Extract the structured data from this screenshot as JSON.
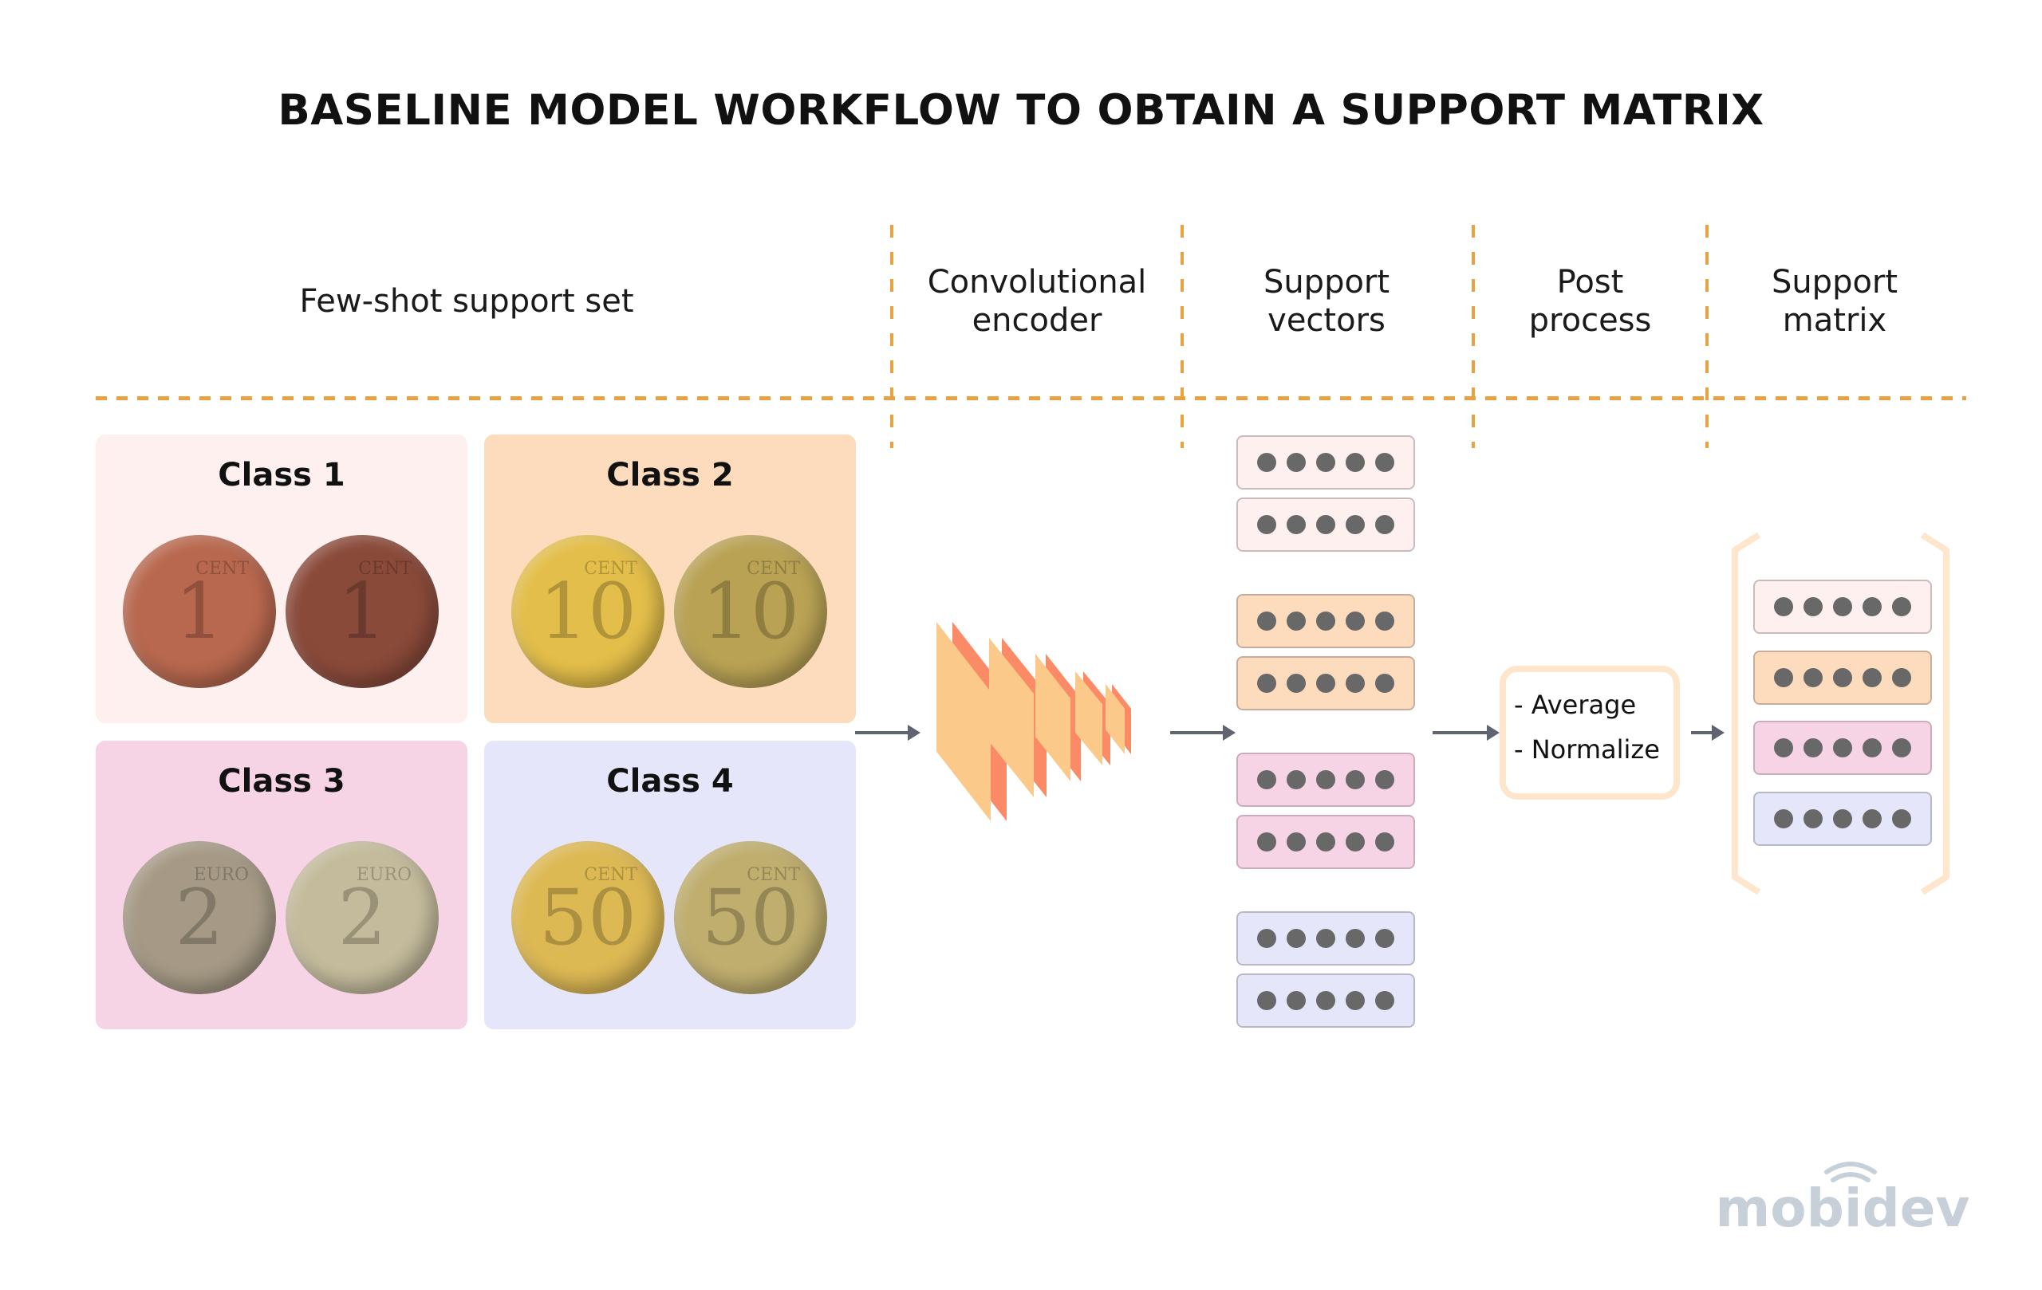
{
  "title": "BASELINE MODEL WORKFLOW TO OBTAIN A SUPPORT MATRIX",
  "columns": {
    "support_set": "Few-shot support set",
    "encoder": [
      "Convolutional",
      "encoder"
    ],
    "vectors": [
      "Support",
      "vectors"
    ],
    "post": [
      "Post",
      "process"
    ],
    "matrix": [
      "Support",
      "matrix"
    ]
  },
  "classes": [
    {
      "label": "Class 1",
      "coin_value": "1",
      "coin_unit": "CENT",
      "bg": "#fdf0ee",
      "coin_colors": [
        "#b8684e",
        "#8a4a3a"
      ]
    },
    {
      "label": "Class 2",
      "coin_value": "10",
      "coin_unit": "CENT",
      "bg": "#fddbbd",
      "coin_colors": [
        "#e3be4a",
        "#b9a254"
      ]
    },
    {
      "label": "Class 3",
      "coin_value": "2",
      "coin_unit": "EURO",
      "bg": "#f6d4e6",
      "coin_colors": [
        "#a69a86",
        "#c4bb9c"
      ]
    },
    {
      "label": "Class 4",
      "coin_value": "50",
      "coin_unit": "CENT",
      "bg": "#e6e6fb",
      "coin_colors": [
        "#ddb954",
        "#bfae6e"
      ]
    }
  ],
  "vector_colors": [
    "#fdf0ee",
    "#fddbbd",
    "#f6d4e6",
    "#e6e6fb"
  ],
  "vector_border_colors": [
    "#c9bcbc",
    "#c8ad9e",
    "#c9adbc",
    "#b9b8c9"
  ],
  "vector_dots": 5,
  "post_process": {
    "items": [
      "- Average",
      "- Normalize"
    ]
  },
  "encoder_colors": {
    "face": "#fbc98a",
    "edge": "#fb8a66"
  },
  "accent_dash": "#e9a241",
  "brand": "mobidev"
}
